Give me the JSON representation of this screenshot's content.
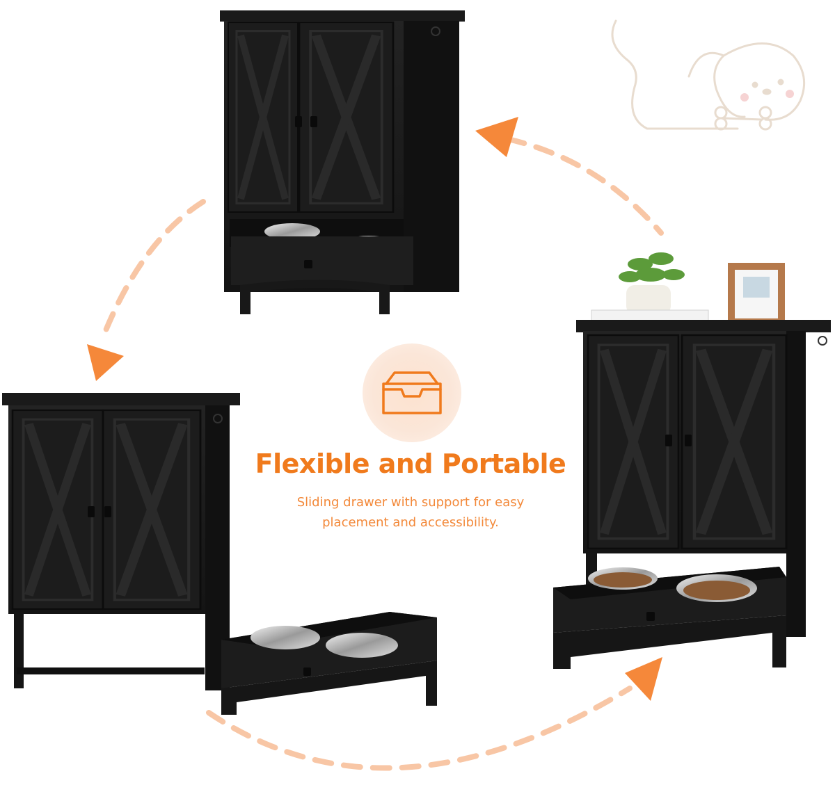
{
  "headline": "Flexible and Portable",
  "description_line_1": "Sliding drawer with support for easy",
  "description_line_2": "placement and accessibility.",
  "colors": {
    "accent_orange": "#f07a1c",
    "arrow_dash": "#f8c6a5",
    "badge_fill": "#fbe3d3",
    "cabinet_black": "#1a1a1a",
    "line_art_beige": "#e8dccf"
  },
  "icons": {
    "badge_icon": "drawer-tray-icon",
    "decoration": "dog-with-bone-icon"
  }
}
